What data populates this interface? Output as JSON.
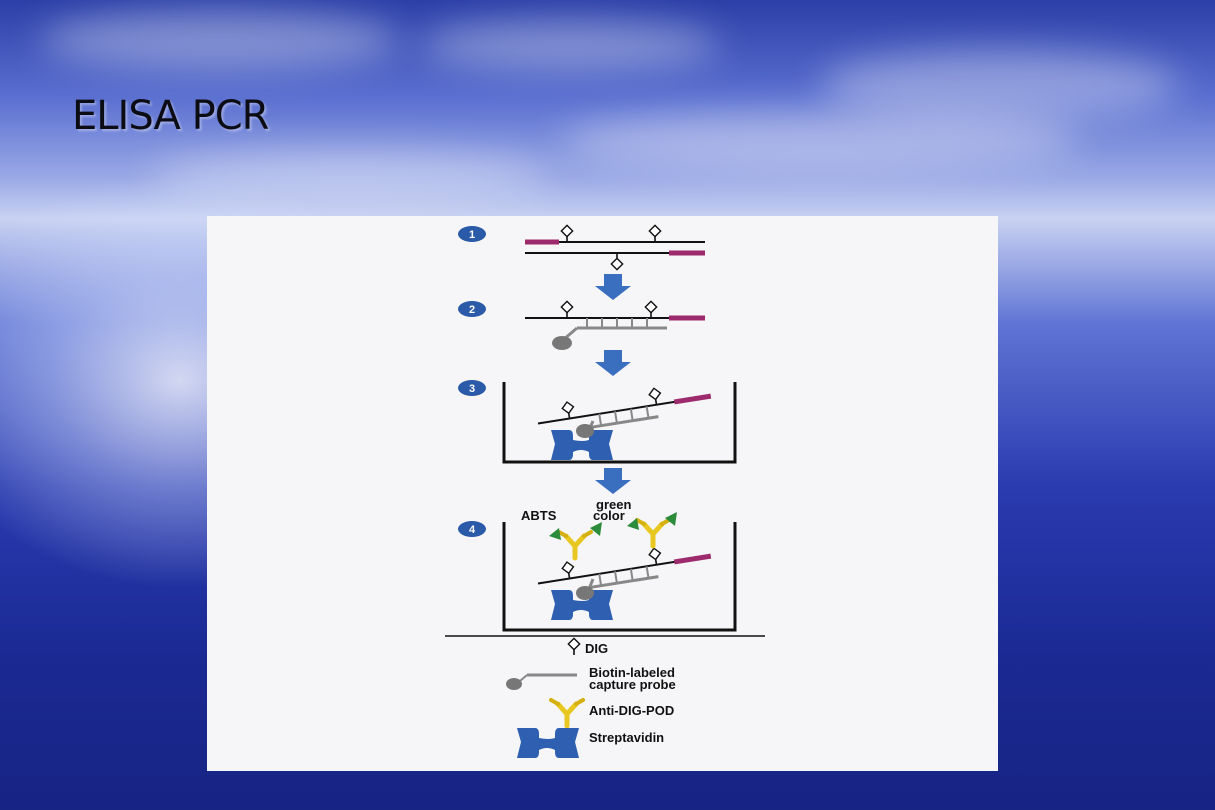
{
  "slide": {
    "title": "ELISA PCR"
  },
  "figure": {
    "steps": [
      "1",
      "2",
      "3",
      "4"
    ],
    "labels": {
      "abts": "ABTS",
      "green_color": "green\ncolor"
    },
    "legend": [
      {
        "icon": "dig-marker-icon",
        "text": "DIG"
      },
      {
        "icon": "biotin-probe-icon",
        "text": "Biotin-labeled\ncapture probe"
      },
      {
        "icon": "anti-dig-pod-icon",
        "text": "Anti-DIG-POD"
      },
      {
        "icon": "streptavidin-icon",
        "text": "Streptavidin"
      }
    ],
    "colors": {
      "primer": "#9c2a6c",
      "step_badge": "#2a5aa8",
      "arrow": "#3a6fc0",
      "streptavidin": "#2e5fb0",
      "antibody": "#e8c820",
      "label_flag": "#2c8c3c",
      "probe": "#888888"
    }
  }
}
